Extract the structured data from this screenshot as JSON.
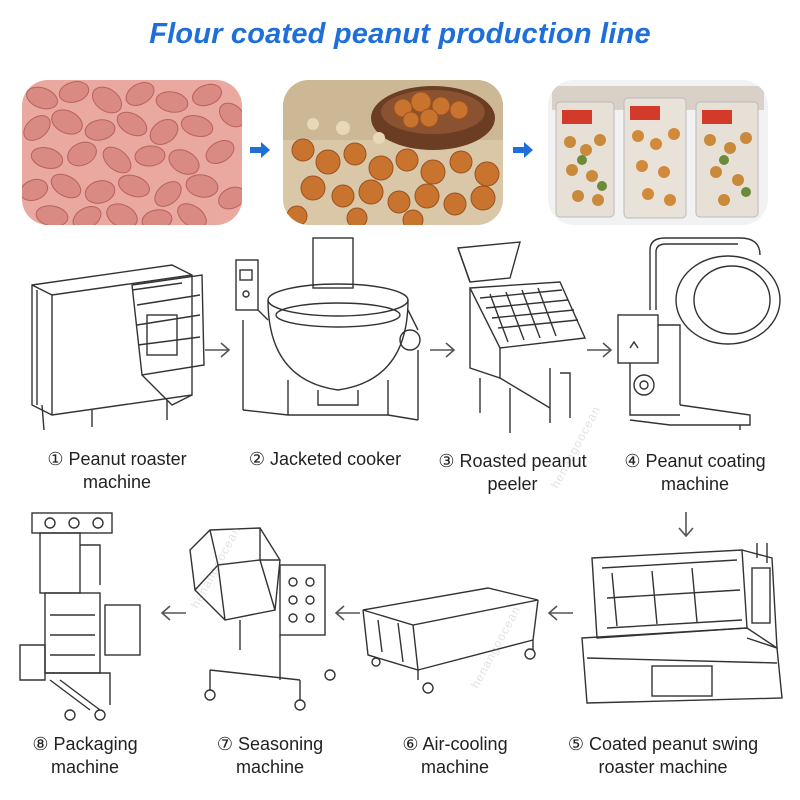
{
  "title": "Flour coated peanut production line",
  "photos": [
    {
      "name": "raw-peanuts",
      "icon": "raw-peanuts-photo"
    },
    {
      "name": "coated-peanuts",
      "icon": "coated-peanuts-photo"
    },
    {
      "name": "packaged-peanuts",
      "icon": "packaged-peanuts-photo"
    }
  ],
  "watermark": "henangoocean",
  "steps": [
    {
      "num": "①",
      "line1": "Peanut roaster",
      "line2": "machine"
    },
    {
      "num": "②",
      "line1": "Jacketed cooker",
      "line2": ""
    },
    {
      "num": "③",
      "line1": "Roasted peanut",
      "line2": "peeler"
    },
    {
      "num": "④",
      "line1": "Peanut coating",
      "line2": "machine"
    },
    {
      "num": "⑤",
      "line1": "Coated peanut swing",
      "line2": "roaster machine"
    },
    {
      "num": "⑥",
      "line1": "Air-cooling",
      "line2": "machine"
    },
    {
      "num": "⑦",
      "line1": "Seasoning",
      "line2": "machine"
    },
    {
      "num": "⑧",
      "line1": "Packaging",
      "line2": "machine"
    }
  ],
  "colors": {
    "title": "#1e6fd9",
    "arrow_blue": "#1e6fd9",
    "arrow_gray": "#666666"
  }
}
